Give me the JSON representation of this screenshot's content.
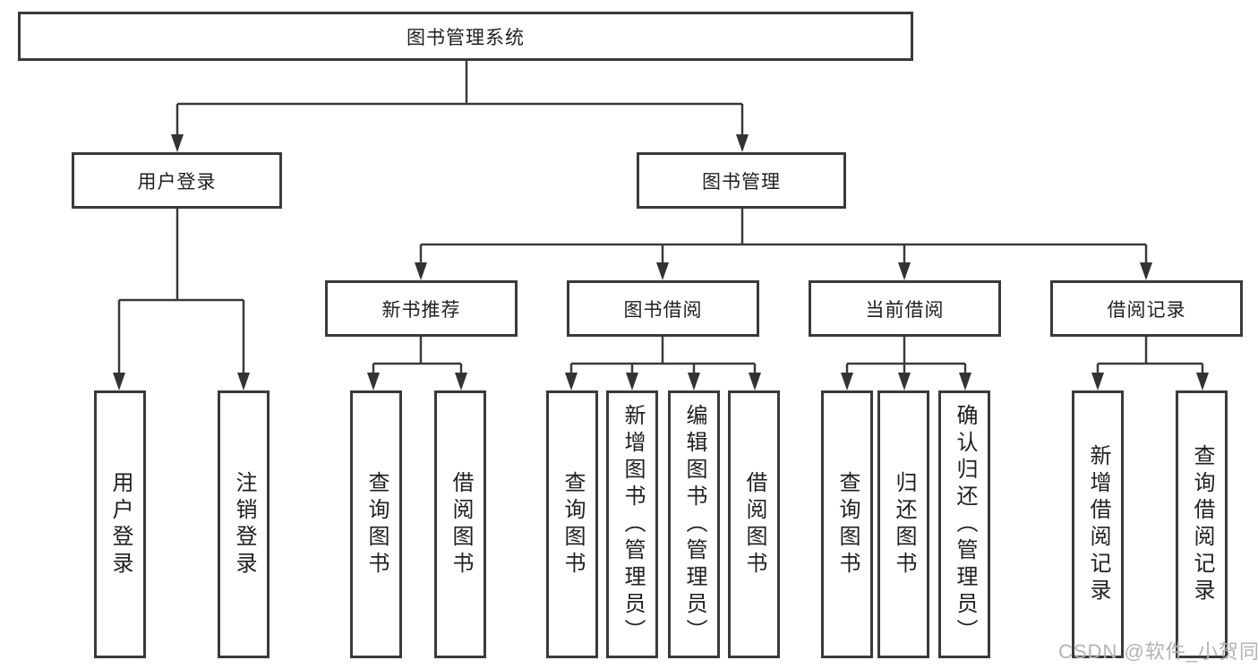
{
  "diagram": {
    "type": "tree",
    "root": {
      "label": "图书管理系统"
    },
    "branches": [
      {
        "label": "用户登录",
        "children": [
          {
            "label": "用户登录"
          },
          {
            "label": "注销登录"
          }
        ]
      },
      {
        "label": "图书管理",
        "children": [
          {
            "label": "新书推荐",
            "children": [
              {
                "label": "查询图书"
              },
              {
                "label": "借阅图书"
              }
            ]
          },
          {
            "label": "图书借阅",
            "children": [
              {
                "label": "查询图书"
              },
              {
                "label": "新增图书（管理员）"
              },
              {
                "label": "编辑图书（管理员）"
              },
              {
                "label": "借阅图书"
              }
            ]
          },
          {
            "label": "当前借阅",
            "children": [
              {
                "label": "查询图书"
              },
              {
                "label": "归还图书"
              },
              {
                "label": "确认归还（管理员）"
              }
            ]
          },
          {
            "label": "借阅记录",
            "children": [
              {
                "label": "新增借阅记录"
              },
              {
                "label": "查询借阅记录"
              }
            ]
          }
        ]
      }
    ]
  },
  "colors": {
    "line": "#3a3a3a",
    "box_border": "#3a3a3a",
    "text": "#1f1f1f",
    "watermark": "#b3b3b3",
    "background": "#ffffff"
  },
  "watermark": {
    "text": "CSDN @软件_小贺同学"
  }
}
